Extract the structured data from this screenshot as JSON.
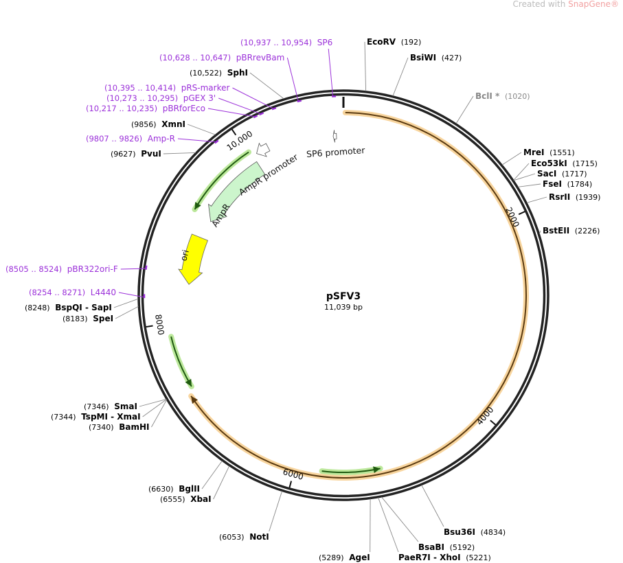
{
  "credit": {
    "prefix": "Created with ",
    "brand": "SnapGene®"
  },
  "plasmid": {
    "name": "pSFV3",
    "length_label": "11,039 bp",
    "length": 11039
  },
  "ticks": [
    {
      "pos": 2000,
      "label": "2000"
    },
    {
      "pos": 4000,
      "label": "4000"
    },
    {
      "pos": 6000,
      "label": "6000"
    },
    {
      "pos": 8000,
      "label": "8000"
    },
    {
      "pos": 10000,
      "label": "10,000"
    }
  ],
  "enzymes": [
    {
      "name": "EcoRV",
      "pos": 192,
      "pos_label": "(192)"
    },
    {
      "name": "BsiWI",
      "pos": 427,
      "pos_label": "(427)"
    },
    {
      "name": "BclI *",
      "pos": 1020,
      "pos_label": "(1020)",
      "muted": true
    },
    {
      "name": "MreI",
      "pos": 1551,
      "pos_label": "(1551)"
    },
    {
      "name": "Eco53kI",
      "pos": 1715,
      "pos_label": "(1715)"
    },
    {
      "name": "SacI",
      "pos": 1717,
      "pos_label": "(1717)"
    },
    {
      "name": "FseI",
      "pos": 1784,
      "pos_label": "(1784)"
    },
    {
      "name": "RsrII",
      "pos": 1939,
      "pos_label": "(1939)"
    },
    {
      "name": "BstEII",
      "pos": 2226,
      "pos_label": "(2226)"
    },
    {
      "name": "Bsu36I",
      "pos": 4834,
      "pos_label": "(4834)"
    },
    {
      "name": "BsaBI",
      "pos": 5192,
      "pos_label": "(5192)"
    },
    {
      "name": "PaeR7I - XhoI",
      "pos": 5221,
      "pos_label": "(5221)"
    },
    {
      "name": "AgeI",
      "pos": 5289,
      "pos_label": "(5289)"
    },
    {
      "name": "NotI",
      "pos": 6053,
      "pos_label": "(6053)"
    },
    {
      "name": "BglII",
      "pos": 6630,
      "pos_label": "(6630)"
    },
    {
      "name": "XbaI",
      "pos": 6555,
      "pos_label": "(6555)"
    },
    {
      "name": "SmaI",
      "pos": 7346,
      "pos_label": "(7346)"
    },
    {
      "name": "TspMI - XmaI",
      "pos": 7344,
      "pos_label": "(7344)"
    },
    {
      "name": "BamHI",
      "pos": 7340,
      "pos_label": "(7340)"
    },
    {
      "name": "BspQI - SapI",
      "pos": 8248,
      "pos_label": "(8248)"
    },
    {
      "name": "SpeI",
      "pos": 8183,
      "pos_label": "(8183)"
    },
    {
      "name": "PvuI",
      "pos": 9627,
      "pos_label": "(9627)"
    },
    {
      "name": "XmnI",
      "pos": 9856,
      "pos_label": "(9856)"
    },
    {
      "name": "SphI",
      "pos": 10522,
      "pos_label": "(10,522)"
    }
  ],
  "primers": [
    {
      "name": "SP6",
      "start": 10937,
      "end": 10954,
      "range_label": "(10,937 .. 10,954)"
    },
    {
      "name": "pBRrevBam",
      "start": 10628,
      "end": 10647,
      "range_label": "(10,628 .. 10,647)"
    },
    {
      "name": "pRS-marker",
      "start": 10395,
      "end": 10414,
      "range_label": "(10,395 .. 10,414)"
    },
    {
      "name": "pGEX 3'",
      "start": 10273,
      "end": 10295,
      "range_label": "(10,273 .. 10,295)"
    },
    {
      "name": "pBRforEco",
      "start": 10217,
      "end": 10235,
      "range_label": "(10,217 .. 10,235)"
    },
    {
      "name": "Amp-R",
      "start": 9807,
      "end": 9826,
      "range_label": "(9807 .. 9826)"
    },
    {
      "name": "pBR322ori-F",
      "start": 8505,
      "end": 8524,
      "range_label": "(8505 .. 8524)"
    },
    {
      "name": "L4440",
      "start": 8254,
      "end": 8271,
      "range_label": "(8254 .. 8271)"
    }
  ],
  "features": [
    {
      "name": "SP6 promoter",
      "type": "promoter"
    },
    {
      "name": "AmpR promoter",
      "type": "promoter"
    },
    {
      "name": "AmpR",
      "type": "cds",
      "color": "#ccf5cc"
    },
    {
      "name": "ori",
      "type": "rep_origin",
      "color": "#ffff00"
    }
  ],
  "colors": {
    "orf": "#f5c77e",
    "green_orf": "#a6e07a",
    "primer": "#9b30d9",
    "backbone": "#222222"
  }
}
